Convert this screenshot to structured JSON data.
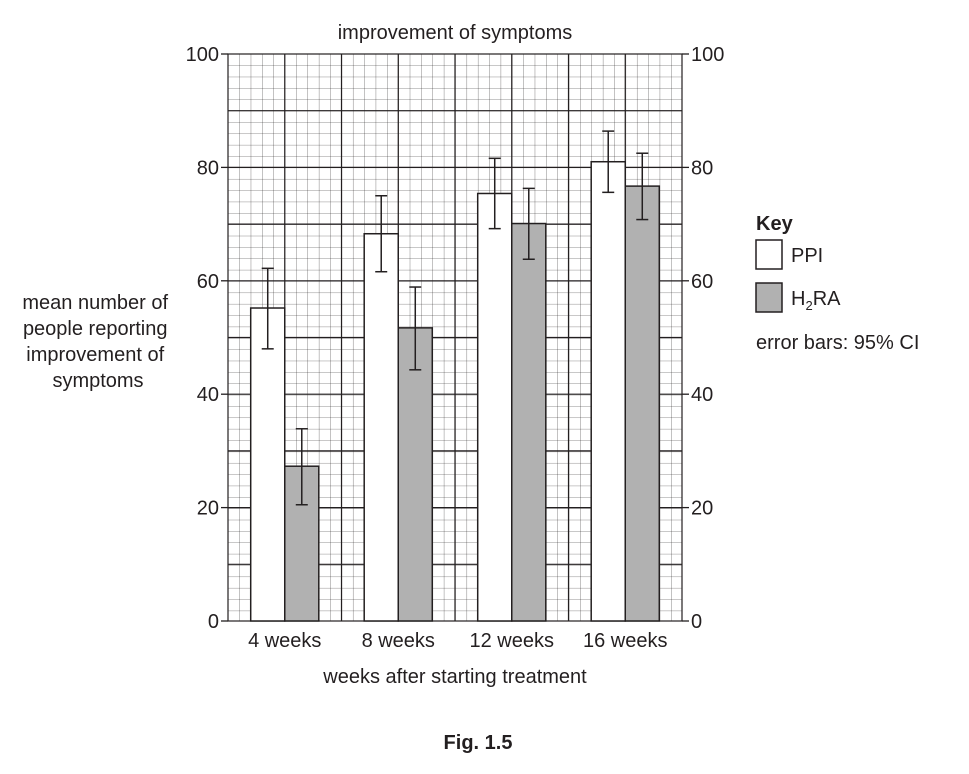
{
  "chart_data": {
    "type": "bar",
    "title": "improvement of symptoms",
    "xlabel": "weeks after starting treatment",
    "ylabel_lines": [
      "mean number of",
      "people reporting",
      "improvement of",
      "symptoms"
    ],
    "categories": [
      "4 weeks",
      "8 weeks",
      "12 weeks",
      "16 weeks"
    ],
    "ylim": [
      0,
      100
    ],
    "yticks": [
      0,
      20,
      40,
      60,
      80,
      100
    ],
    "grid": true,
    "error_bars": "95% CI",
    "series": [
      {
        "name": "PPI",
        "color": "#ffffff",
        "values": [
          55.2,
          68.3,
          75.4,
          81.0
        ],
        "ci_low": [
          48.0,
          61.6,
          69.2,
          75.6
        ],
        "ci_high": [
          62.2,
          75.0,
          81.6,
          86.4
        ]
      },
      {
        "name": "H2RA",
        "color": "#b1b1b1",
        "values": [
          27.3,
          51.7,
          70.1,
          76.7
        ],
        "ci_low": [
          20.5,
          44.3,
          63.8,
          70.8
        ],
        "ci_high": [
          33.9,
          58.9,
          76.3,
          82.5
        ]
      }
    ],
    "legend": {
      "title": "Key",
      "placement": "right",
      "note": "error bars: 95% CI"
    },
    "figure_label": "Fig. 1.5"
  }
}
